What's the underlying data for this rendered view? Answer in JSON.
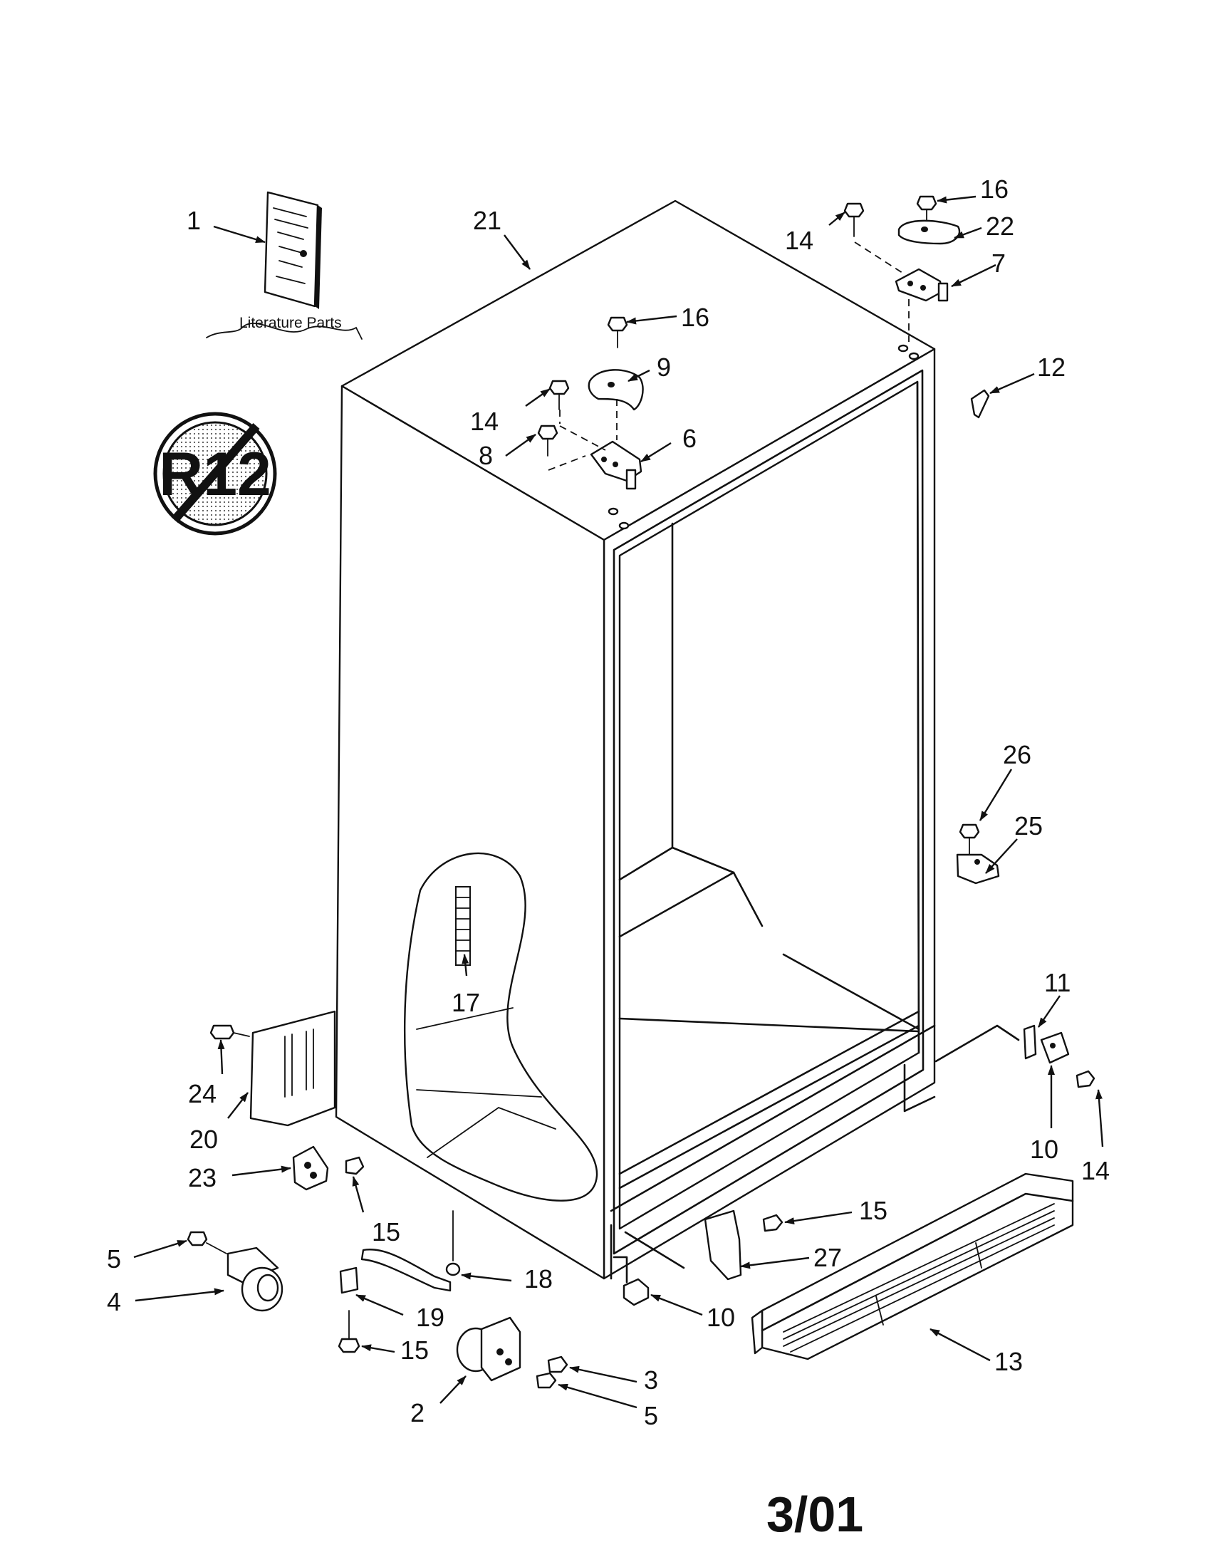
{
  "literature_label": "Literature Parts",
  "r12_badge": "R12",
  "revision_date": "3/01",
  "callouts": {
    "c1": "1",
    "c2": "2",
    "c3": "3",
    "c4": "4",
    "c5a": "5",
    "c5b": "5",
    "c6": "6",
    "c7": "7",
    "c8": "8",
    "c9": "9",
    "c10a": "10",
    "c10b": "10",
    "c11": "11",
    "c12": "12",
    "c13": "13",
    "c14a": "14",
    "c14b": "14",
    "c14c": "14",
    "c15a": "15",
    "c15b": "15",
    "c15c": "15",
    "c16a": "16",
    "c16b": "16",
    "c17": "17",
    "c18": "18",
    "c19": "19",
    "c20": "20",
    "c21": "21",
    "c22": "22",
    "c23": "23",
    "c24": "24",
    "c25": "25",
    "c26": "26",
    "c27": "27"
  }
}
